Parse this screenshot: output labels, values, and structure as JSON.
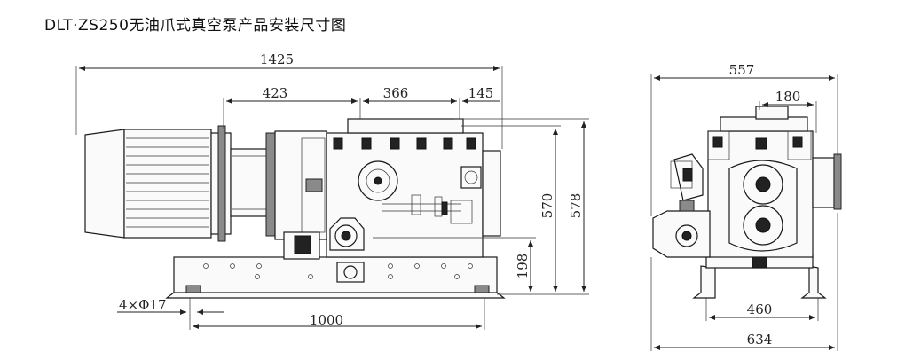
{
  "title": "DLT·ZS250无油爪式真空泵产品安装尺寸图",
  "front_view": {
    "dim_total_length": "1425",
    "dim_423": "423",
    "dim_366": "366",
    "dim_145": "145",
    "dim_base_length": "1000",
    "dim_holes": "4×Φ17",
    "dim_height_570": "570",
    "dim_height_578": "578",
    "dim_height_198": "198"
  },
  "side_view": {
    "dim_width_557": "557",
    "dim_180": "180",
    "dim_460": "460",
    "dim_634": "634"
  }
}
